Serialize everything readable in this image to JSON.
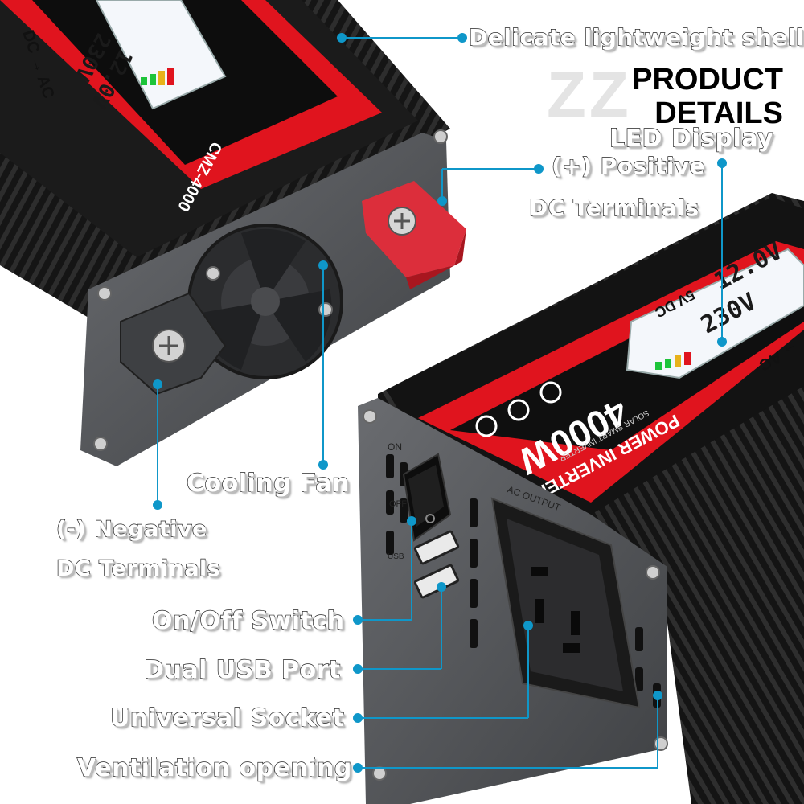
{
  "brand": {
    "watermark": "ZZ"
  },
  "heading": {
    "line1": "PRODUCT",
    "line2": "DETAILS"
  },
  "callouts": {
    "shell": "Delicate lightweight shell",
    "led": "LED Display",
    "pos1": "(+) Positive",
    "pos2": "DC Terminals",
    "fan": "Cooling Fan",
    "neg1": "(-) Negative",
    "neg2": "DC Terminals",
    "switch": "On/Off Switch",
    "usb": "Dual USB Port",
    "socket": "Universal Socket",
    "vent": "Ventilation opening"
  },
  "device_top": {
    "model": "CMZ-4000",
    "arrow": "DC → AC",
    "lcd_top": "12.0V",
    "lcd_bottom": "230V"
  },
  "device_front": {
    "power": "4000W",
    "title": "POWER INVERTER",
    "subtitle": "SOLAR SMART INVERTER",
    "usb_label": "5V DC",
    "arrow": "→ AC",
    "lcd_top": "12.0V",
    "lcd_bottom": "230V",
    "switch_on": "ON",
    "switch_off": "OFF",
    "usb_port": "USB",
    "ac_output": "AC OUTPUT"
  },
  "colors": {
    "accent_red": "#e0141e",
    "body": "#1a1a1a",
    "line": "#0f97c9",
    "panel": "#5a5c5f"
  }
}
